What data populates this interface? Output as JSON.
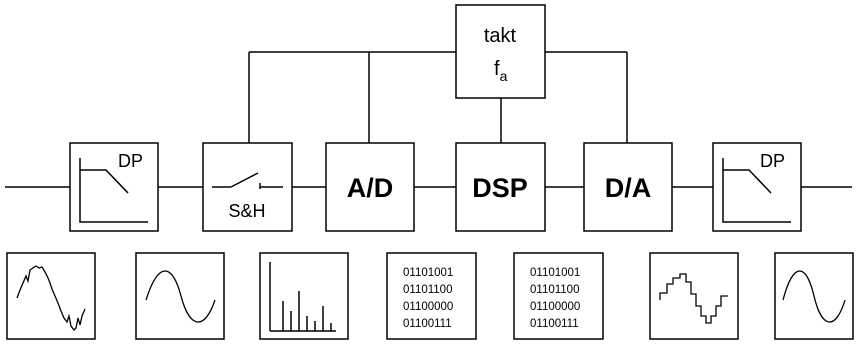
{
  "clock": {
    "line1": "takt",
    "line2_main": "f",
    "line2_sub": "a"
  },
  "blocks": {
    "dp_in": {
      "label": "DP"
    },
    "sh": {
      "label": "S&H"
    },
    "ad": {
      "label": "A/D"
    },
    "dsp": {
      "label": "DSP"
    },
    "da": {
      "label": "D/A"
    },
    "dp_out": {
      "label": "DP"
    }
  },
  "binary_1": [
    "01101001",
    "01101100",
    "01100000",
    "01100111"
  ],
  "binary_2": [
    "01101001",
    "01101100",
    "01100000",
    "01100111"
  ]
}
